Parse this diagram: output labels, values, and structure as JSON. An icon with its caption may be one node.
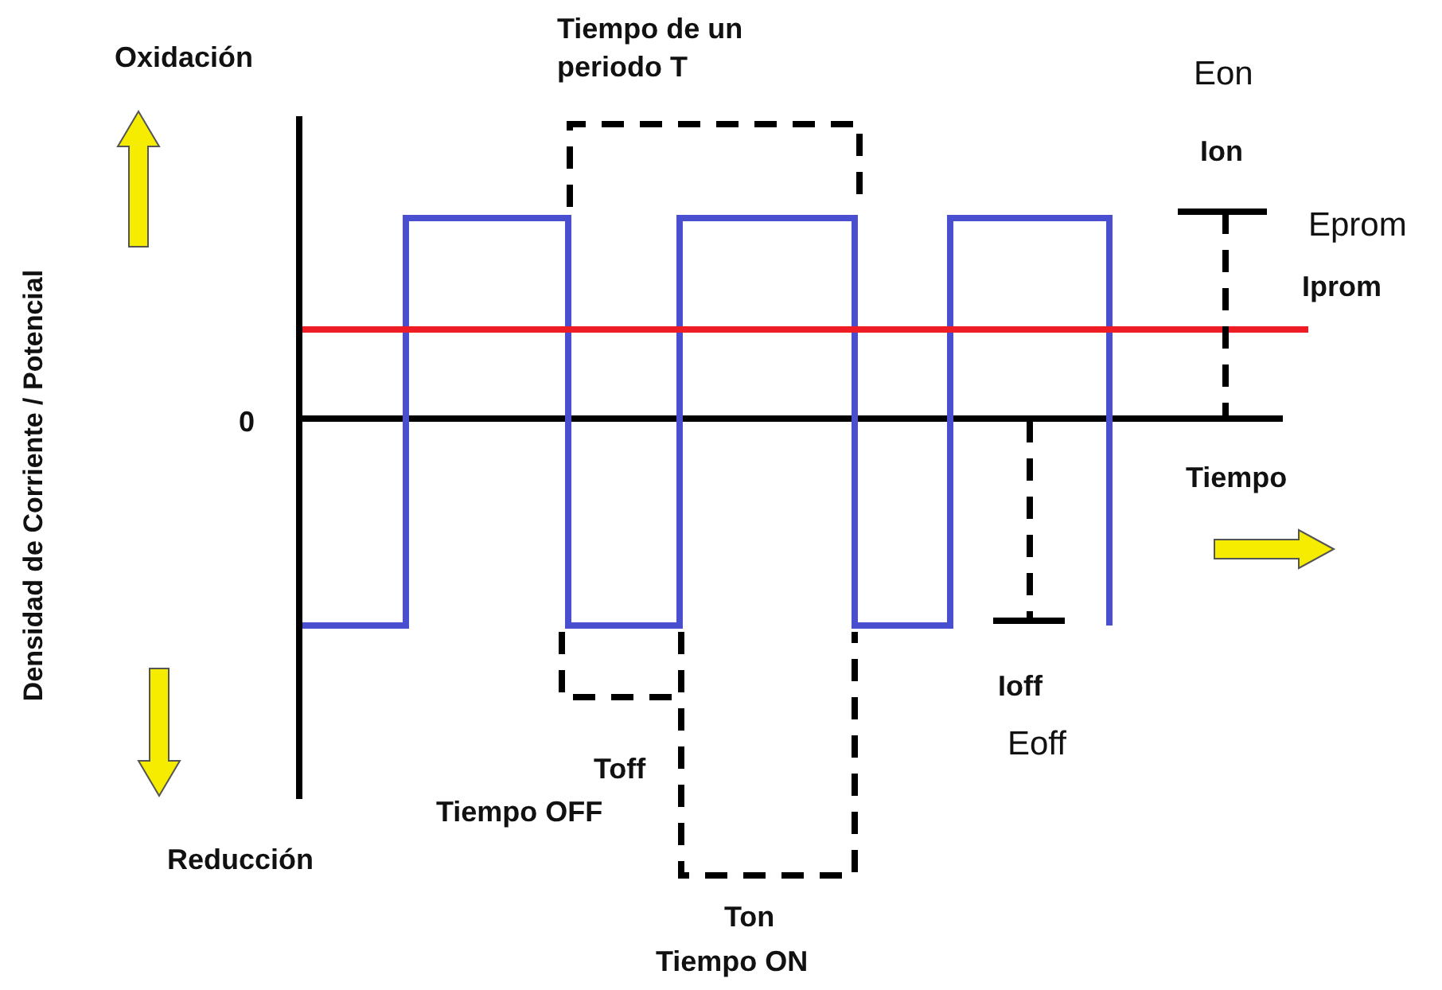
{
  "diagram": {
    "labels": [
      "Oxidación",
      "Tiempo de un periodo  T",
      "Eon",
      "Ion",
      "Eprom",
      "Iprom",
      "0",
      "Tiempo",
      "Densidad de Corriente / Potencial",
      "Ioff",
      "Eoff",
      "Toff",
      "Tiempo OFF",
      "Reducción",
      "Ton",
      "Tiempo ON"
    ]
  }
}
